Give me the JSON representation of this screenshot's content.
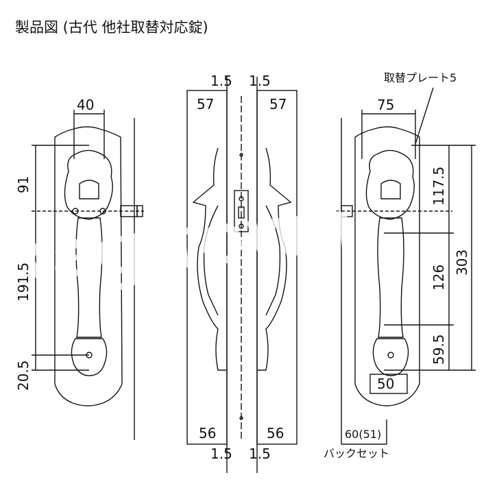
{
  "title": "製品図 (古代 他社取替対応錠)",
  "watermark": "kagitown",
  "left_view": {
    "width_top": "40",
    "dim_91": "91",
    "dim_191_5": "191.5",
    "dim_20_5": "20.5"
  },
  "side_view": {
    "top_left_gap": "1.5",
    "top_right_gap": "1.5",
    "top_left_width": "57",
    "top_right_width": "57",
    "bottom_left_width": "56",
    "bottom_right_width": "56",
    "bottom_left_gap": "1.5",
    "bottom_right_gap": "1.5"
  },
  "right_view": {
    "plate_label": "取替プレート5",
    "width_top": "75",
    "dim_117_5": "117.5",
    "dim_303": "303",
    "dim_126": "126",
    "dim_59_5": "59.5",
    "width_bottom": "50",
    "backset_values": "60(51)",
    "backset_label": "バックセット"
  }
}
